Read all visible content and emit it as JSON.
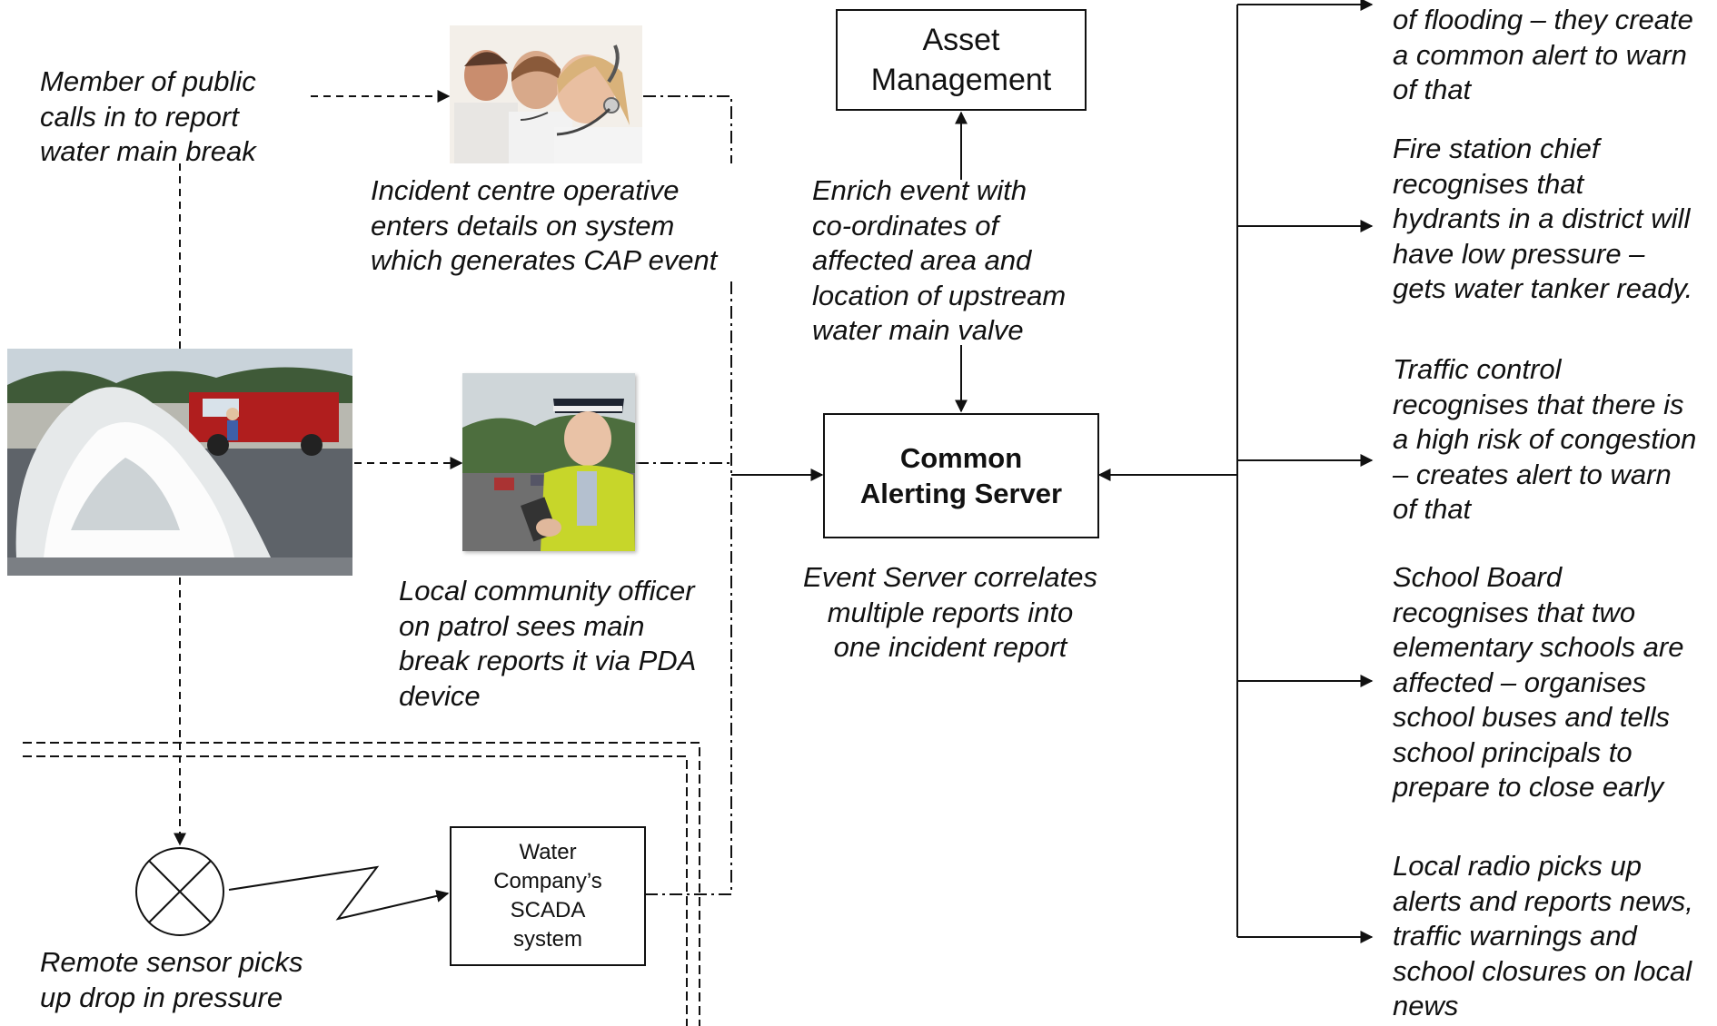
{
  "boxes": {
    "asset_management": "Asset\nManagement",
    "common_alerting_server": "Common\nAlerting Server",
    "scada": "Water\nCompany’s\nSCADA\nsystem"
  },
  "captions": {
    "public_call": "Member of public\ncalls in to report\nwater main break",
    "incident_centre": "Incident centre operative\nenters details on system\nwhich generates CAP event",
    "enrich": "Enrich event with\nco-ordinates of\naffected area and\nlocation of upstream\nwater main valve",
    "event_server": "Event Server correlates\nmultiple reports into\none incident report",
    "community_officer": "Local community officer\non patrol sees main\nbreak reports it via PDA\ndevice",
    "remote_sensor": "Remote sensor picks\nup drop in pressure"
  },
  "recipients": [
    "of flooding – they create\na common alert to warn\nof that",
    "Fire station chief\nrecognises that\nhydrants in a district will\nhave low pressure –\ngets water tanker ready.",
    "Traffic control\nrecognises that there is\na high risk of congestion\n– creates alert to warn\nof that",
    "School Board\nrecognises that two\nelementary schools are\naffected – organises\nschool buses and tells\nschool principals  to\nprepare to close early",
    "Local radio picks up\nalerts and reports news,\ntraffic warnings and\nschool closures on local\nnews"
  ],
  "photos": {
    "call_centre": "call-centre-operators",
    "officer": "police-officer-with-pda",
    "water_main": "water-main-break"
  },
  "icons": {
    "sensor": "sensor-icon"
  },
  "colors": {
    "line": "#111111",
    "background": "#ffffff"
  }
}
